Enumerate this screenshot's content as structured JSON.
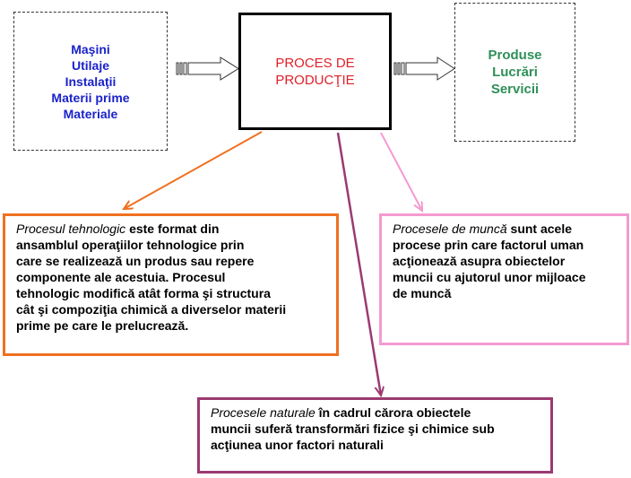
{
  "inputs": {
    "lines": [
      "Maşini",
      "Utilaje",
      "Instalaţii",
      "Materii prime",
      "Materiale"
    ]
  },
  "process": {
    "lines": [
      "PROCES DE",
      "PRODUCŢIE"
    ]
  },
  "outputs": {
    "lines": [
      "Produse",
      "Lucrări",
      "Servicii"
    ]
  },
  "technological": {
    "term": "Procesul tehnologic",
    "lines": [
      " este format din",
      "ansamblul operaţiilor tehnologice prin",
      "care se realizează un produs sau repere",
      "componente ale acestuia. Procesul",
      "tehnologic modifică atât forma şi structura",
      "cât şi compoziţia chimică a diverselor materii",
      "prime pe care le prelucrează."
    ]
  },
  "work": {
    "term": "Procesele de muncă",
    "lines": [
      " sunt acele",
      "procese prin care factorul uman",
      "acţionează asupra obiectelor",
      "muncii cu ajutorul unor mijloace",
      "de muncă"
    ]
  },
  "natural": {
    "term": "Procesele naturale",
    "lines": [
      " în cadrul cărora obiectele",
      "muncii suferă transformări fizice şi chimice sub",
      "acţiunea unor factori naturali"
    ]
  },
  "colors": {
    "inputs_text": "#1a22c9",
    "process_text": "#e0202a",
    "outputs_text": "#2f8f5a",
    "technological_border": "#f07020",
    "work_border": "#f59ad0",
    "natural_border": "#9b3a70"
  }
}
